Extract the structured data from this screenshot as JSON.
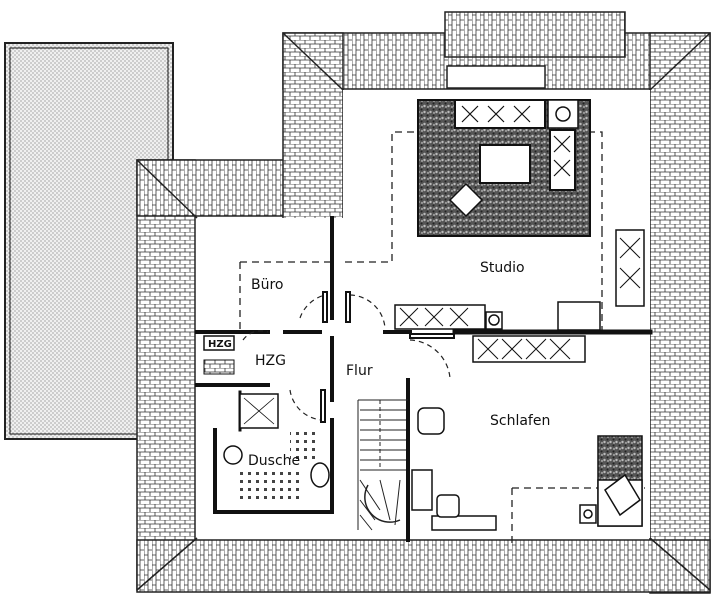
{
  "floor_plan": {
    "rooms": [
      {
        "id": "buero",
        "label": "Büro"
      },
      {
        "id": "studio",
        "label": "Studio"
      },
      {
        "id": "hzg",
        "label": "HZG"
      },
      {
        "id": "flur",
        "label": "Flur"
      },
      {
        "id": "schlafen",
        "label": "Schlafen"
      },
      {
        "id": "dusche",
        "label": "Dusche"
      }
    ],
    "tags": {
      "heating_tag": "HZG"
    }
  }
}
